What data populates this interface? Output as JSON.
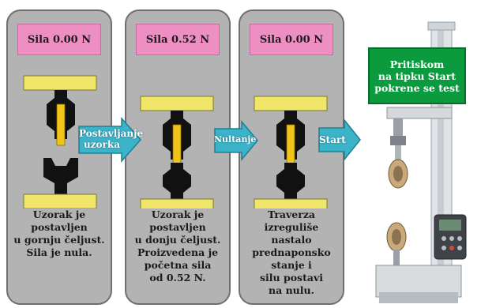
{
  "panels": [
    {
      "force_label": "Sila 0.00 N",
      "description": "Uzorak je\npostavljen\nu gornju čeljust.\nSila je nula."
    },
    {
      "force_label": "Sila 0.52 N",
      "description": "Uzorak je\npostavljen\nu donju čeljust.\nProizvedena je\npočetna sila\nod 0.52 N."
    },
    {
      "force_label": "Sila 0.00 N",
      "description": "Traverza\nizreguliše nastalo\nprednaponsko\nstanje i\nsilu postavi\nna nulu."
    }
  ],
  "arrows": [
    {
      "label": "Postavljanje\nuzorka"
    },
    {
      "label": "Nultanje"
    },
    {
      "label": "Start"
    }
  ],
  "machine": {
    "callout": "Pritiskom\nna tipku Start\npokrene se test"
  },
  "colors": {
    "force_box": "#ee8fc3",
    "crosshead": "#f2e66a",
    "specimen": "#f0c419",
    "arrow": "#3bb3c8",
    "callout": "#0b9a3e"
  }
}
